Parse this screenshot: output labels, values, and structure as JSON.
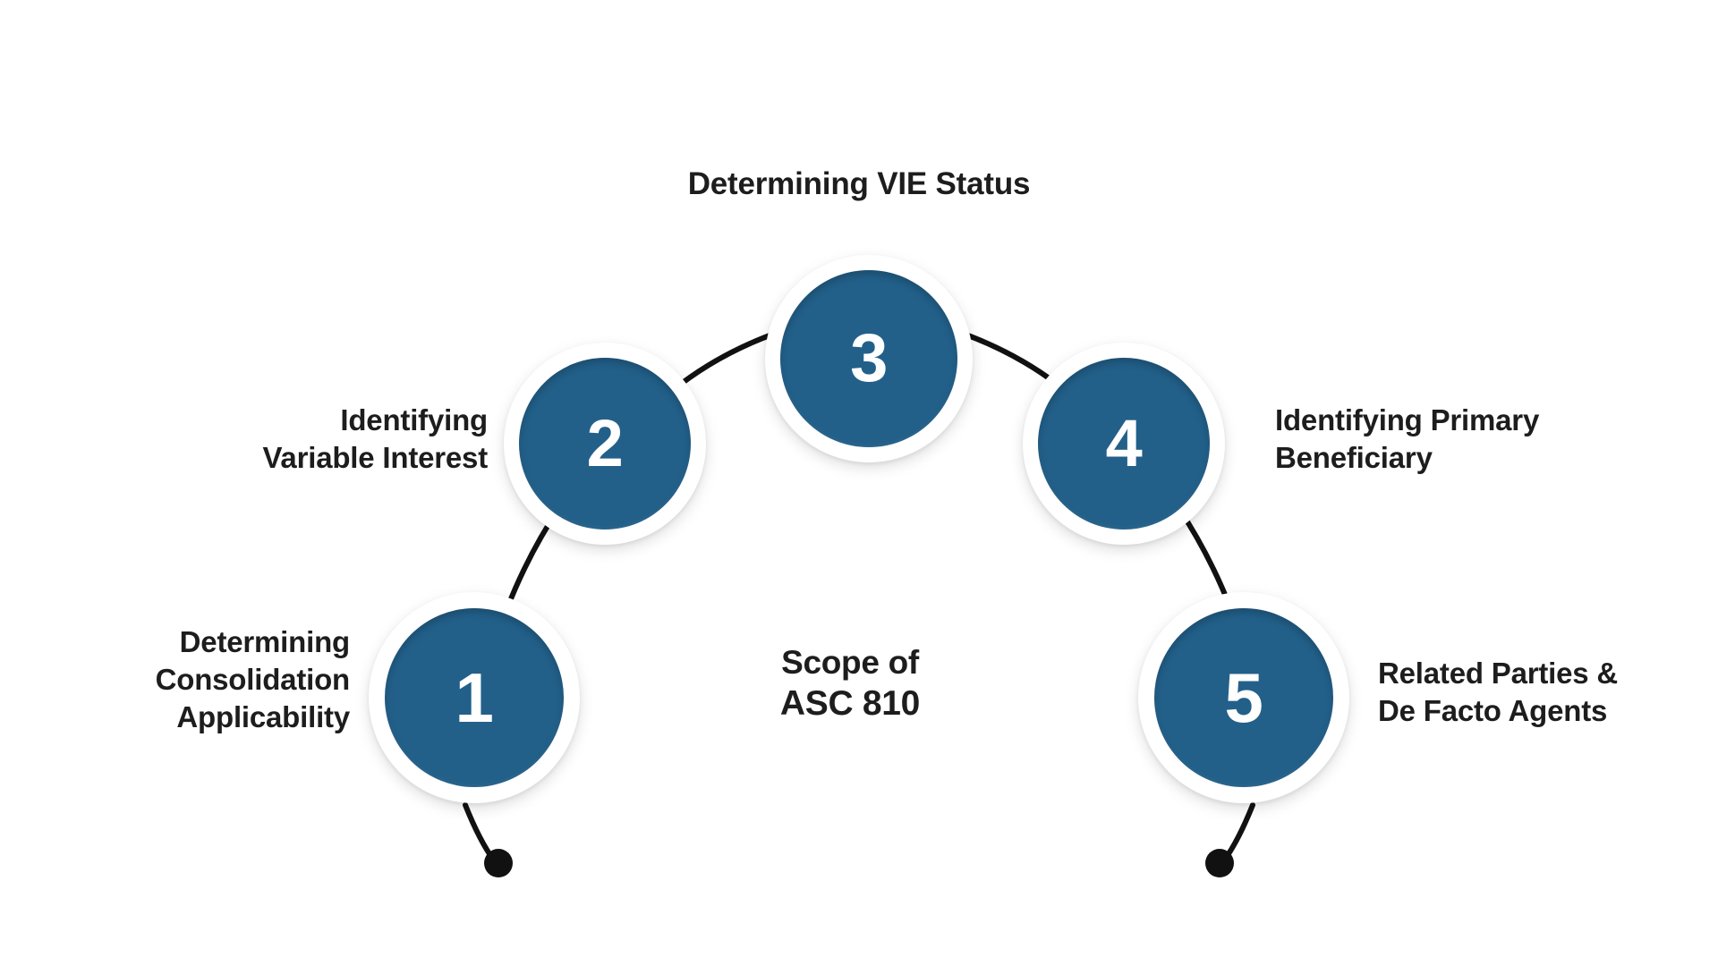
{
  "diagram": {
    "title": "Determining VIE Status",
    "center_caption": {
      "line1": "Scope of",
      "line2": "ASC 810"
    },
    "accent_color": "#22608A",
    "ring_color": "#FFFFFF",
    "connector_color": "#111111",
    "text_color": "#1D1D1D",
    "nodes": [
      {
        "number": "1",
        "label": "Determining\nConsolidation\nApplicability",
        "label_side": "left"
      },
      {
        "number": "2",
        "label": "Identifying\nVariable Interest",
        "label_side": "left"
      },
      {
        "number": "3",
        "label": "Determining VIE Status",
        "label_side": "top"
      },
      {
        "number": "4",
        "label": "Identifying Primary\nBeneficiary",
        "label_side": "right"
      },
      {
        "number": "5",
        "label": "Related Parties &\nDe Facto Agents",
        "label_side": "right"
      }
    ]
  }
}
